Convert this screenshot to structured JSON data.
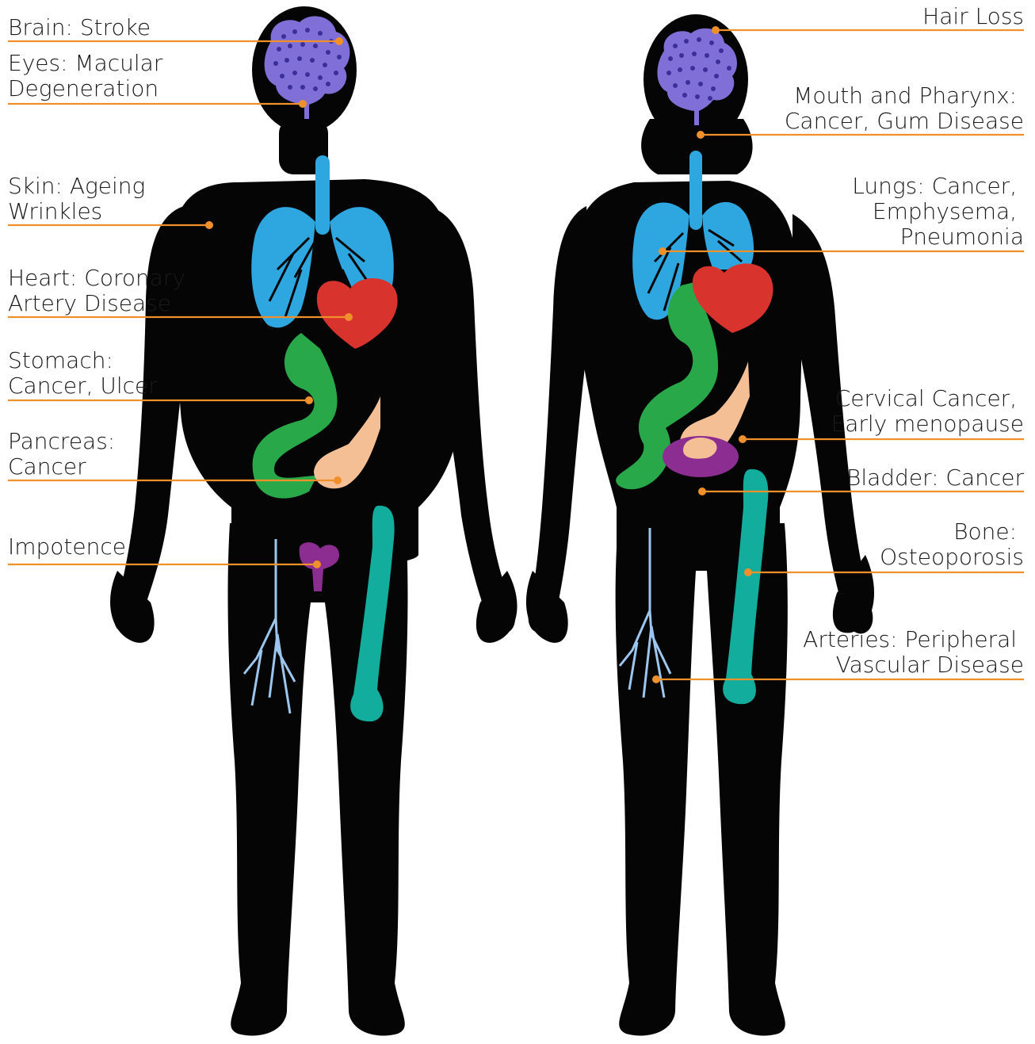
{
  "colors": {
    "body": "#050505",
    "brain": "#7f6fd6",
    "brain_dots": "#3d2f9a",
    "lungs": "#2ea7e0",
    "heart": "#d8332d",
    "stomach": "#29a84a",
    "pancreas": "#f5bf95",
    "bladder": "#8b2d91",
    "bone": "#12ad9c",
    "arteries": "#9cc6ee",
    "leader": "#f0902a"
  },
  "figures": {
    "left": "male-figure",
    "right": "female-figure"
  },
  "labels": {
    "left": [
      {
        "id": "brain",
        "lines": [
          "Brain: Stroke"
        ]
      },
      {
        "id": "eyes",
        "lines": [
          "Eyes: Macular",
          "Degeneration"
        ]
      },
      {
        "id": "skin",
        "lines": [
          "Skin: Ageing",
          "Wrinkles"
        ]
      },
      {
        "id": "heart",
        "lines": [
          "Heart: Coronary",
          "Artery Disease"
        ]
      },
      {
        "id": "stomach",
        "lines": [
          "Stomach:",
          "Cancer, Ulcer"
        ]
      },
      {
        "id": "pancreas",
        "lines": [
          "Pancreas:",
          "Cancer"
        ]
      },
      {
        "id": "impotence",
        "lines": [
          "Impotence"
        ]
      }
    ],
    "right": [
      {
        "id": "hair",
        "lines": [
          "Hair Loss"
        ]
      },
      {
        "id": "mouth",
        "lines": [
          "Mouth and Pharynx:",
          "Cancer, Gum Disease"
        ]
      },
      {
        "id": "lungs",
        "lines": [
          "Lungs: Cancer,",
          "Emphysema,",
          "Pneumonia"
        ]
      },
      {
        "id": "cervical",
        "lines": [
          "Cervical Cancer,",
          "Early menopause"
        ]
      },
      {
        "id": "bladder",
        "lines": [
          "Bladder: Cancer"
        ]
      },
      {
        "id": "bone",
        "lines": [
          "Bone:",
          "Osteoporosis"
        ]
      },
      {
        "id": "arteries",
        "lines": [
          "Arteries: Peripheral",
          "Vascular Disease"
        ]
      }
    ]
  }
}
